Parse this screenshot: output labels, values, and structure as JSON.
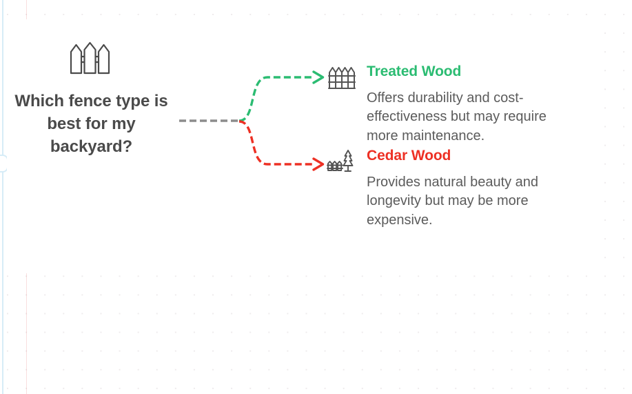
{
  "canvas": {
    "background_color": "#ffffff",
    "dot_color": "#e9e3e6",
    "guide_line_color": "#f0c3c3",
    "rail_color": "#d6ecf7"
  },
  "root": {
    "icon": "fence-icon",
    "title": "Which fence type is best for my backyard?",
    "title_color": "#4a4a4a"
  },
  "connector": {
    "trunk_color": "#8c8c8c",
    "branch_up_color": "#2bbc72",
    "branch_down_color": "#ed3024",
    "style": "dashed",
    "arrowheads": 2
  },
  "branches": [
    {
      "id": "treated-wood",
      "icon": "picket-fence-icon",
      "label": "Treated Wood",
      "label_color": "#2bbc72",
      "description": "Offers durability and cost-effectiveness but may require more maintenance."
    },
    {
      "id": "cedar-wood",
      "icon": "fence-with-tree-icon",
      "label": "Cedar Wood",
      "label_color": "#ed3024",
      "description": "Provides natural beauty and longevity but may be more expensive."
    }
  ]
}
